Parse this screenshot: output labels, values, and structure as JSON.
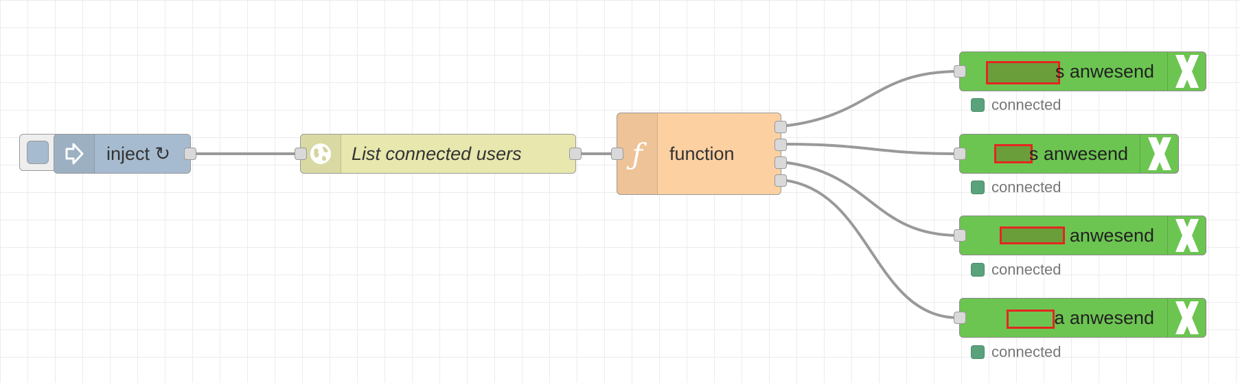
{
  "flow": {
    "inject": {
      "label": "inject ↻"
    },
    "http": {
      "label": "List connected users"
    },
    "function": {
      "label": "function",
      "icon": "ƒ"
    },
    "outputs": [
      {
        "label_visible": "s anwesend",
        "status": "connected"
      },
      {
        "label_visible": "s anwesend",
        "status": "connected"
      },
      {
        "label_visible": "anwesend",
        "status": "connected"
      },
      {
        "label_visible": "a anwesend",
        "status": "connected"
      }
    ]
  },
  "colors": {
    "inject": "#a6bbcf",
    "http": "#e7e7ae",
    "function": "#fdd0a2",
    "output": "#6cc551",
    "status": "#5aa27c",
    "wire": "#999999",
    "redaction": "#e52521"
  },
  "icons": {
    "inject": "arrow-in-icon",
    "http": "globe-icon",
    "function": "function-icon",
    "output": "x-logo-icon"
  }
}
